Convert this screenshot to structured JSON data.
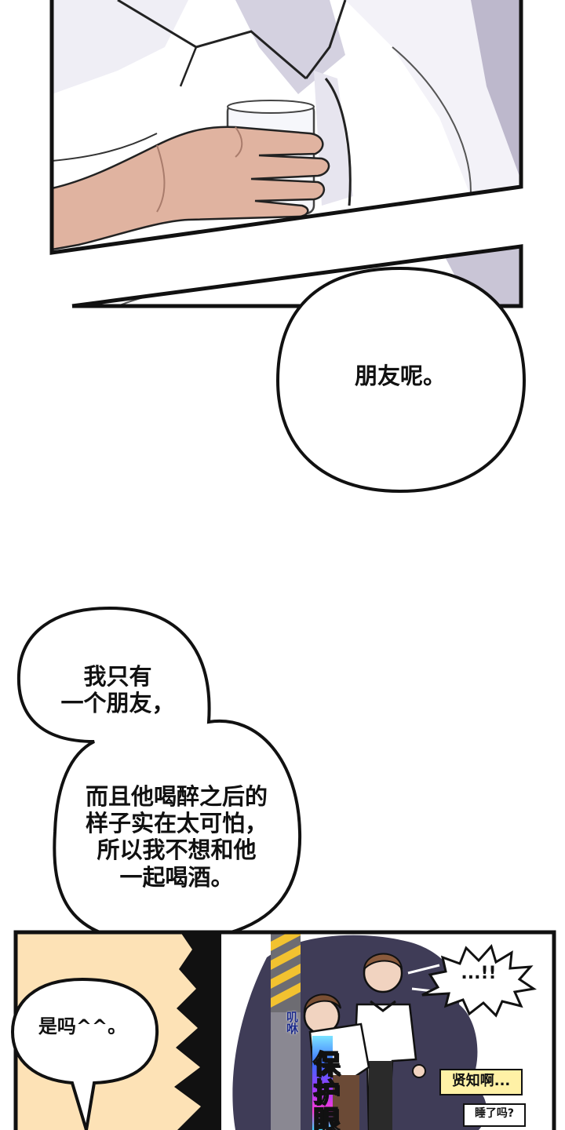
{
  "bubbles": {
    "b1": "朋友呢。",
    "b2_top": "我只有\n一个朋友，",
    "b2_bottom": "而且他喝醉之后的\n样子实在太可怕，\n所以我不想和他\n一起喝酒。",
    "b3": "是吗^^。",
    "b4": "...!!"
  },
  "sfx": {
    "rubbing": "叽咻",
    "protect_eyes": [
      "保",
      "护",
      "眼"
    ]
  },
  "captions": {
    "c1": "贤知啊...",
    "c2": "睡了吗?"
  },
  "colors": {
    "ink": "#111111",
    "shirt_shadow": "#b9b4c7",
    "skin": "#e0b3a0",
    "panel_bg_peach": "#fde2b6",
    "night_bg": "#3f3c57",
    "caption_yellow": "#fff1a6"
  }
}
